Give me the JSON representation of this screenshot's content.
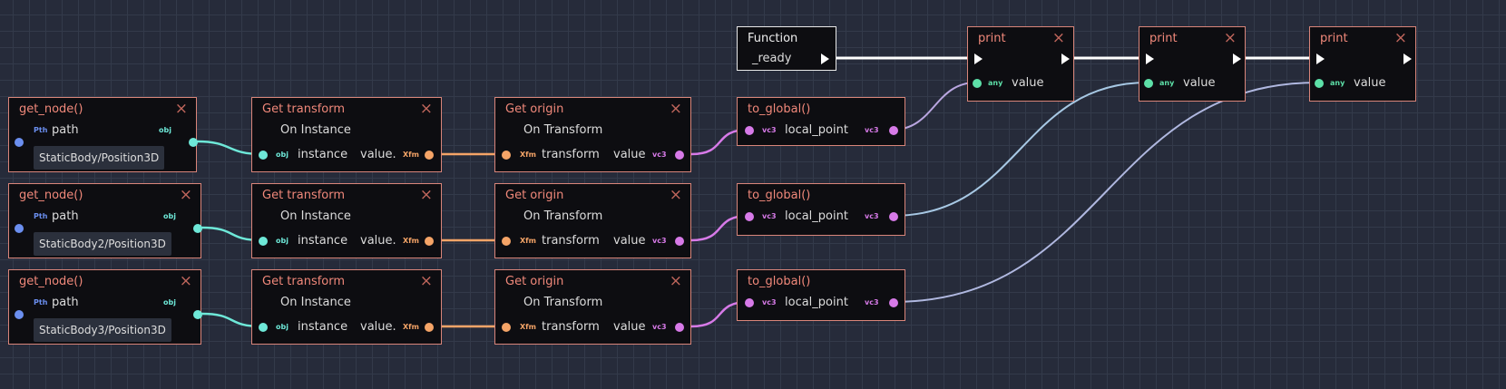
{
  "function_node": {
    "title": "Function",
    "name": "_ready"
  },
  "rows": [
    {
      "get_node": {
        "title": "get_node()",
        "in_tag": "Pth",
        "in_label": "path",
        "out_tag": "obj",
        "path_value": "StaticBody/Position3D"
      },
      "get_transform": {
        "title": "Get transform",
        "sub": "On Instance",
        "in_tag": "obj",
        "in_label": "instance",
        "out_label": "value.",
        "out_tag": "Xfm"
      },
      "get_origin": {
        "title": "Get origin",
        "sub": "On Transform",
        "in_tag": "Xfm",
        "in_label": "transform",
        "out_label": "value",
        "out_tag": "vc3"
      },
      "to_global": {
        "title": "to_global()",
        "in_tag": "vc3",
        "in_label": "local_point",
        "out_tag": "vc3"
      }
    },
    {
      "get_node": {
        "title": "get_node()",
        "in_tag": "Pth",
        "in_label": "path",
        "out_tag": "obj",
        "path_value": "StaticBody2/Position3D"
      },
      "get_transform": {
        "title": "Get transform",
        "sub": "On Instance",
        "in_tag": "obj",
        "in_label": "instance",
        "out_label": "value.",
        "out_tag": "Xfm"
      },
      "get_origin": {
        "title": "Get origin",
        "sub": "On Transform",
        "in_tag": "Xfm",
        "in_label": "transform",
        "out_label": "value",
        "out_tag": "vc3"
      },
      "to_global": {
        "title": "to_global()",
        "in_tag": "vc3",
        "in_label": "local_point",
        "out_tag": "vc3"
      }
    },
    {
      "get_node": {
        "title": "get_node()",
        "in_tag": "Pth",
        "in_label": "path",
        "out_tag": "obj",
        "path_value": "StaticBody3/Position3D"
      },
      "get_transform": {
        "title": "Get transform",
        "sub": "On Instance",
        "in_tag": "obj",
        "in_label": "instance",
        "out_label": "value.",
        "out_tag": "Xfm"
      },
      "get_origin": {
        "title": "Get origin",
        "sub": "On Transform",
        "in_tag": "Xfm",
        "in_label": "transform",
        "out_label": "value",
        "out_tag": "vc3"
      },
      "to_global": {
        "title": "to_global()",
        "in_tag": "vc3",
        "in_label": "local_point",
        "out_tag": "vc3"
      }
    }
  ],
  "prints": [
    {
      "title": "print",
      "in_tag": "any",
      "in_label": "value"
    },
    {
      "title": "print",
      "in_tag": "any",
      "in_label": "value"
    },
    {
      "title": "print",
      "in_tag": "any",
      "in_label": "value"
    }
  ],
  "close_icon": "×",
  "colors": {
    "path": "#6b8ff0",
    "obj": "#6ee8d8",
    "xfm": "#f5a467",
    "vc3": "#d77ae8",
    "any": "#5de0a8",
    "border": "#d9857a"
  }
}
